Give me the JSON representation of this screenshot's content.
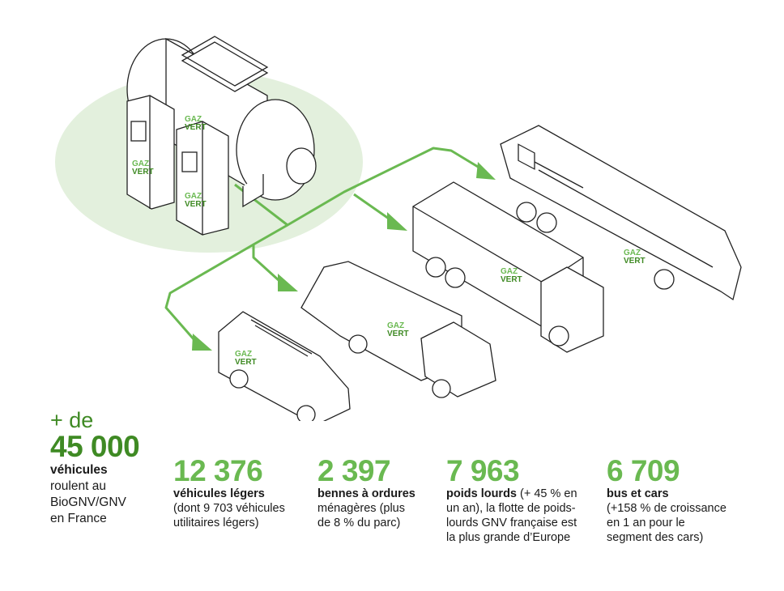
{
  "colors": {
    "accent_dark": "#3f8a24",
    "accent": "#6ab951",
    "halo": "#e3f0dd"
  },
  "brand_logo": {
    "line1": "GAZ",
    "line2": "VERT"
  },
  "headline": {
    "prefix": "+ de",
    "number": "45 000",
    "bold": "véhicules",
    "lines": [
      "roulent au",
      "BioGNV/GNV",
      "en France"
    ]
  },
  "stats": [
    {
      "number": "12 376",
      "bold": "véhicules légers",
      "rest_lines": [
        "(dont 9 703 véhicules",
        "utilitaires légers)"
      ],
      "icon": "van-icon"
    },
    {
      "number": "2 397",
      "bold": "bennes à ordures",
      "rest_lines": [
        "ménagères (plus",
        "de 8 % du parc)"
      ],
      "icon": "garbage-truck-icon"
    },
    {
      "number": "7 963",
      "bold": "poids lourds",
      "bold_suffix": " (+ 45 % en",
      "rest_lines": [
        "un an), la flotte de poids-",
        "lourds GNV française est",
        "la plus grande d’Europe"
      ],
      "icon": "truck-icon"
    },
    {
      "number": "6 709",
      "bold": "bus et cars",
      "rest_lines": [
        "(+158 % de croissance",
        "en 1 an pour le",
        "segment des cars)"
      ],
      "icon": "bus-icon"
    }
  ]
}
